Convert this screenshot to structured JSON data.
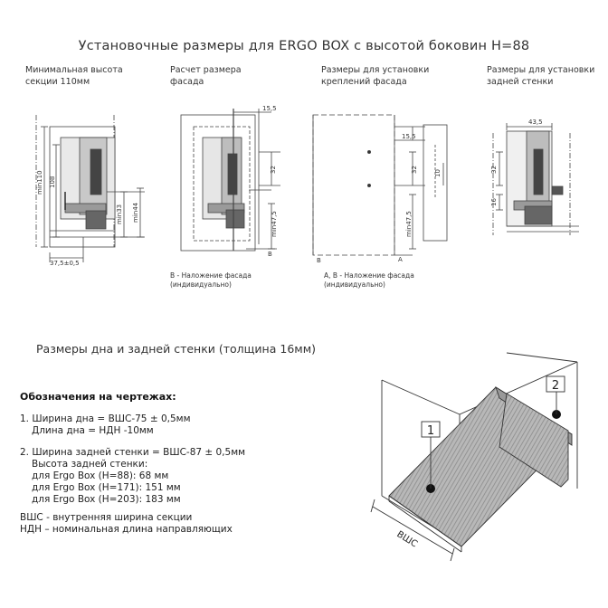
{
  "title": "Установочные размеры для ERGO BOX с высотой боковин H=88",
  "panels": [
    {
      "caption_lines": [
        "Минимальная  высота",
        "секции 110мм"
      ]
    },
    {
      "caption_lines": [
        "Расчет размера",
        "фасада"
      ],
      "note_lines": [
        "B - Наложение фасада",
        "(индивидуально)"
      ]
    },
    {
      "caption_lines": [
        "Размеры для установки",
        "креплений фасада"
      ],
      "note_lines": [
        "A, B - Наложение фасада",
        "(индивидуально)"
      ]
    },
    {
      "caption_lines": [
        "Размеры для установки",
        "задней стенки"
      ]
    }
  ],
  "dimensions": {
    "p1": {
      "min110": "min110",
      "d108": "108",
      "min33": "min33",
      "min44": "min44",
      "d37": "37,5±0,5"
    },
    "p2": {
      "d15": "15,5",
      "d32": "32",
      "min47": "min47,5",
      "B": "B"
    },
    "p3": {
      "d15": "15,5",
      "d32": "32",
      "min47": "min47,5",
      "d10": "10",
      "A": "A",
      "B": "B"
    },
    "p4": {
      "d43": "43,5",
      "d32": "32",
      "d16": "16"
    }
  },
  "section2_title": "Размеры дна и задней стенки (толщина 16мм)",
  "legend": {
    "heading": "Обозначения на чертежах:",
    "lines": [
      "1. Ширина дна = ВШС-75 ± 0,5мм",
      "Длина дна = НДН -10мм",
      "2. Ширина задней стенки = ВШС-87 ± 0,5мм",
      "Высота задней стенки:",
      "для Ergo Box (H=88):   68 мм",
      "для Ergo Box (H=171):  151 мм",
      "для Ergo Box (H=203):  183 мм",
      "ВШС - внутренняя ширина секции",
      "НДН – номинальная длина направляющих"
    ]
  },
  "iso": {
    "label1": "1",
    "label2": "2",
    "width_label": "ВШС"
  }
}
